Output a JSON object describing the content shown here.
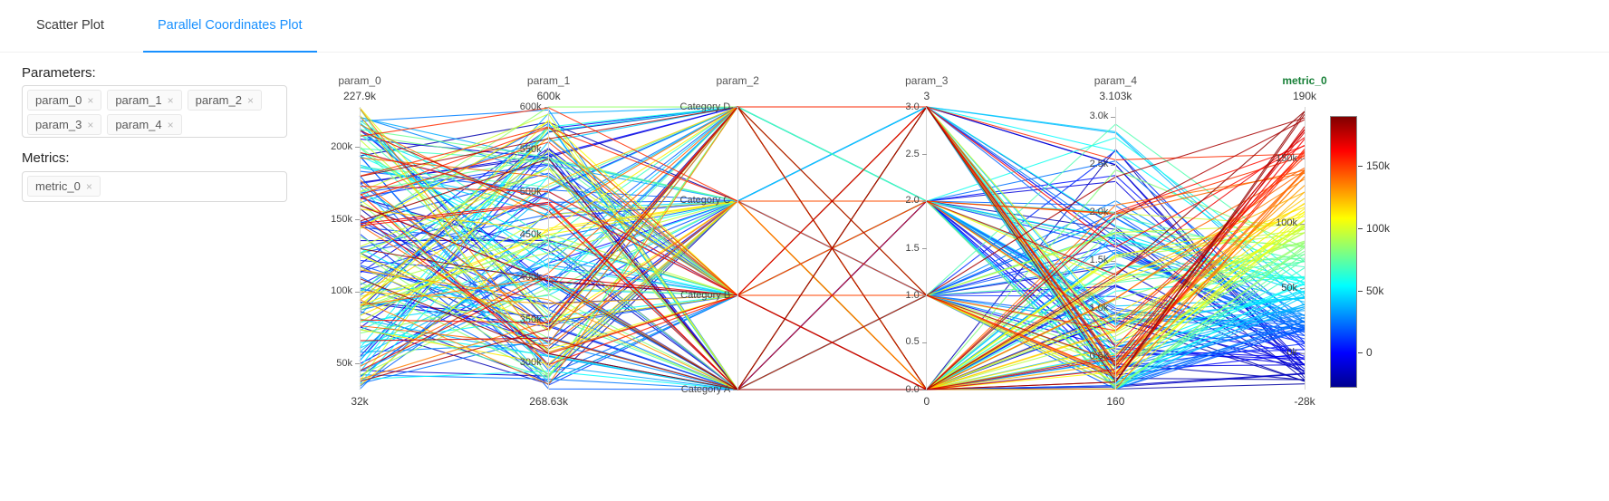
{
  "tabs": [
    {
      "label": "Scatter Plot",
      "active": false
    },
    {
      "label": "Parallel Coordinates Plot",
      "active": true
    }
  ],
  "sidebar": {
    "parameters_label": "Parameters:",
    "parameter_chips": [
      "param_0",
      "param_1",
      "param_2",
      "param_3",
      "param_4"
    ],
    "metrics_label": "Metrics:",
    "metric_chips": [
      "metric_0"
    ],
    "chip_remove_glyph": "×"
  },
  "chart_data": {
    "type": "parallel-coordinates",
    "color_by": "metric_0",
    "metric_name_color": "#188038",
    "axes": [
      {
        "name": "param_0",
        "top_label": "227.9k",
        "bottom_label": "32k",
        "ticks": [
          {
            "label": "200k",
            "frac": 0.8576
          },
          {
            "label": "150k",
            "frac": 0.6024
          },
          {
            "label": "100k",
            "frac": 0.3471
          },
          {
            "label": "50k",
            "frac": 0.0919
          }
        ]
      },
      {
        "name": "param_1",
        "top_label": "600k",
        "bottom_label": "268.63k",
        "ticks": [
          {
            "label": "600k",
            "frac": 1.0
          },
          {
            "label": "550k",
            "frac": 0.8491
          },
          {
            "label": "500k",
            "frac": 0.6982
          },
          {
            "label": "450k",
            "frac": 0.5473
          },
          {
            "label": "400k",
            "frac": 0.3964
          },
          {
            "label": "350k",
            "frac": 0.2455
          },
          {
            "label": "300k",
            "frac": 0.0947
          }
        ]
      },
      {
        "name": "param_2",
        "top_label": "",
        "bottom_label": "",
        "ticks": [
          {
            "label": "Category D",
            "frac": 1.0
          },
          {
            "label": "Category C",
            "frac": 0.6667
          },
          {
            "label": "Category B",
            "frac": 0.3333
          },
          {
            "label": "Category A",
            "frac": 0.0
          }
        ]
      },
      {
        "name": "param_3",
        "top_label": "3",
        "bottom_label": "0",
        "ticks": [
          {
            "label": "3.0",
            "frac": 1.0
          },
          {
            "label": "2.5",
            "frac": 0.8333
          },
          {
            "label": "2.0",
            "frac": 0.6667
          },
          {
            "label": "1.5",
            "frac": 0.5
          },
          {
            "label": "1.0",
            "frac": 0.3333
          },
          {
            "label": "0.5",
            "frac": 0.1667
          },
          {
            "label": "0.0",
            "frac": 0.0
          }
        ]
      },
      {
        "name": "param_4",
        "top_label": "3.103k",
        "bottom_label": "160",
        "ticks": [
          {
            "label": "3.0k",
            "frac": 0.965
          },
          {
            "label": "2.5k",
            "frac": 0.7951
          },
          {
            "label": "2.0k",
            "frac": 0.6252
          },
          {
            "label": "1.5k",
            "frac": 0.4553
          },
          {
            "label": "1.0k",
            "frac": 0.2854
          },
          {
            "label": "0.5k",
            "frac": 0.1155
          }
        ]
      },
      {
        "name": "metric_0",
        "top_label": "190k",
        "bottom_label": "-28k",
        "name_color": "#188038",
        "name_bold": true,
        "ticks": [
          {
            "label": "150k",
            "frac": 0.8165
          },
          {
            "label": "100k",
            "frac": 0.5872
          },
          {
            "label": "50k",
            "frac": 0.3578
          },
          {
            "label": "0k",
            "frac": 0.1284
          }
        ]
      }
    ],
    "colorbar": {
      "labels": [
        {
          "label": "150k",
          "frac": 0.8165
        },
        {
          "label": "100k",
          "frac": 0.5872
        },
        {
          "label": "50k",
          "frac": 0.3578
        },
        {
          "label": "0",
          "frac": 0.1284
        }
      ],
      "stops": [
        {
          "frac": 0.0,
          "color": "#00008f"
        },
        {
          "frac": 0.125,
          "color": "#0000ff"
        },
        {
          "frac": 0.375,
          "color": "#00ffff"
        },
        {
          "frac": 0.625,
          "color": "#ffff00"
        },
        {
          "frac": 0.875,
          "color": "#ff0000"
        },
        {
          "frac": 1.0,
          "color": "#800000"
        }
      ]
    },
    "lines": {
      "count": 170,
      "seed": 12,
      "opacity": 0.85,
      "width": 1.1
    }
  }
}
